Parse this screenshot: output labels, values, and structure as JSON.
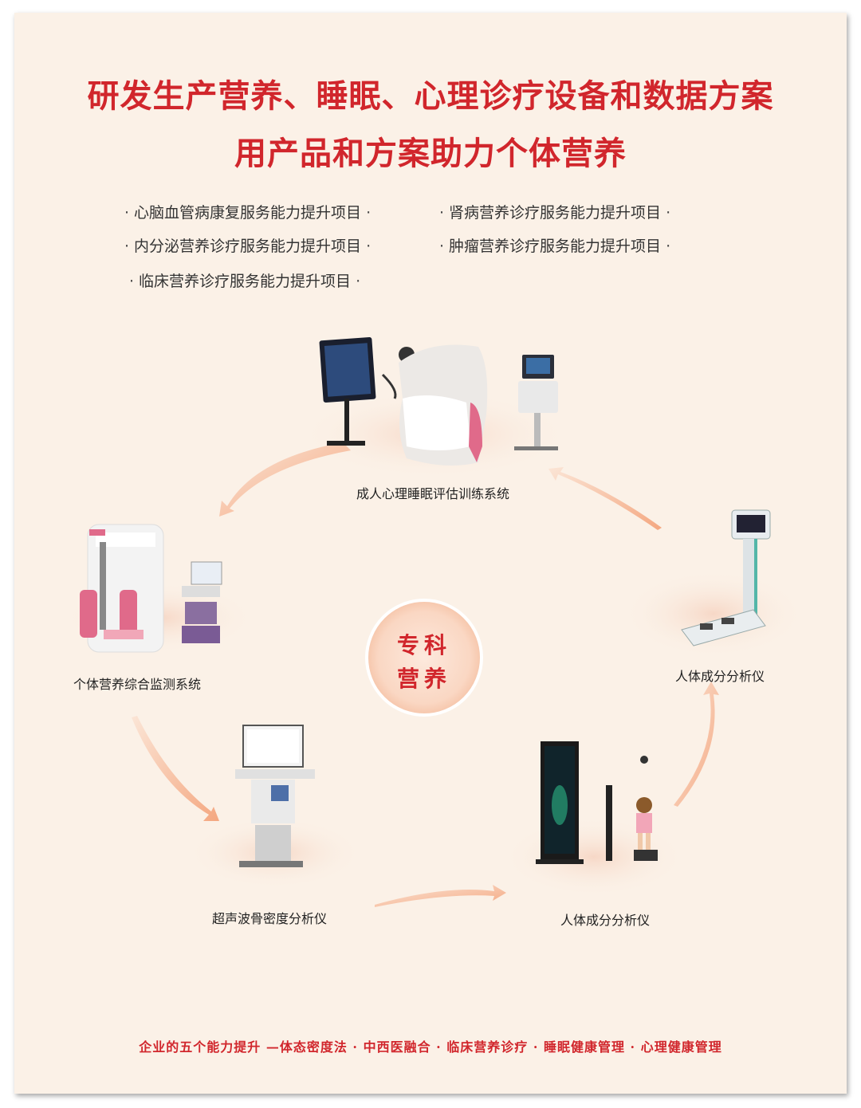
{
  "title_line1": "研发生产营养、睡眠、心理诊疗设备和数据方案",
  "title_line2": "用产品和方案助力个体营养",
  "bullets": [
    "心脑血管病康复服务能力提升项目",
    "肾病营养诊疗服务能力提升项目",
    "内分泌营养诊疗服务能力提升项目",
    "肿瘤营养诊疗服务能力提升项目",
    "临床营养诊疗服务能力提升项目"
  ],
  "center_badge": {
    "line1": "专科",
    "line2": "营养"
  },
  "products": {
    "top": "成人心理睡眠评估训练系统",
    "left": "个体营养综合监测系统",
    "right": "人体成分分析仪",
    "bottom_left": "超声波骨密度分析仪",
    "bottom_right": "人体成分分析仪"
  },
  "footer": "企业的五个能力提升 —体态密度法 · 中西医融合 · 临床营养诊疗 · 睡眠健康管理 · 心理健康管理",
  "colors": {
    "accent": "#d1262c",
    "background": "#fbf1e7",
    "arrow": "#f4a37a"
  }
}
